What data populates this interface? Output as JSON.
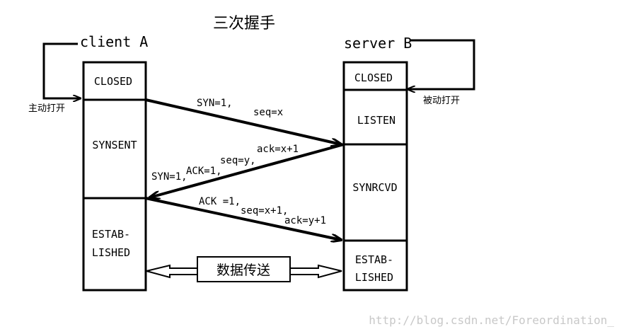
{
  "title": "三次握手",
  "client": {
    "name": "client A",
    "states": [
      "CLOSED",
      "SYNSENT",
      "ESTAB-",
      "LISHED"
    ],
    "active_open_label": "主动打开"
  },
  "server": {
    "name": "server B",
    "states": [
      "CLOSED",
      "LISTEN",
      "SYNRCVD",
      "ESTAB-",
      "LISHED"
    ],
    "passive_open_label": "被动打开"
  },
  "messages": {
    "msg1": {
      "line1": "SYN=1,",
      "line2": "seq=x"
    },
    "msg2": {
      "ack": "ack=x+1",
      "seq": "seq=y,",
      "ackflag": "ACK=1,",
      "syn": "SYN=1,"
    },
    "msg3": {
      "ackflag": "ACK =1,",
      "seq": "seq=x+1,",
      "ack": "ack=y+1"
    }
  },
  "data_transfer_label": "数据传送",
  "watermark": "http://blog.csdn.net/Foreordination_"
}
